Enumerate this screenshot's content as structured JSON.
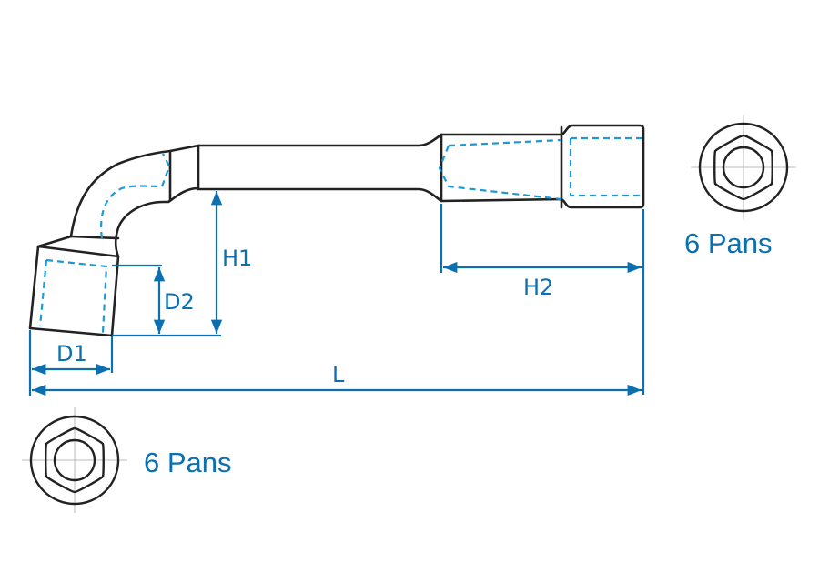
{
  "diagram": {
    "title": "Angled socket wrench (pipe wrench) dimension drawing",
    "dimensions": {
      "D1": "D1",
      "D2": "D2",
      "H1": "H1",
      "H2": "H2",
      "L": "L"
    },
    "end_views": [
      {
        "label": "6 Pans",
        "icon": "hex-socket-end-view-icon",
        "position": "right"
      },
      {
        "label": "6 Pans",
        "icon": "hex-socket-end-view-icon",
        "position": "bottom-left"
      }
    ],
    "colors": {
      "outline": "#222222",
      "hidden_lines": "#1a9ad6",
      "dimension_lines": "#0b6fb0",
      "labels": "#0b6fb0"
    }
  }
}
